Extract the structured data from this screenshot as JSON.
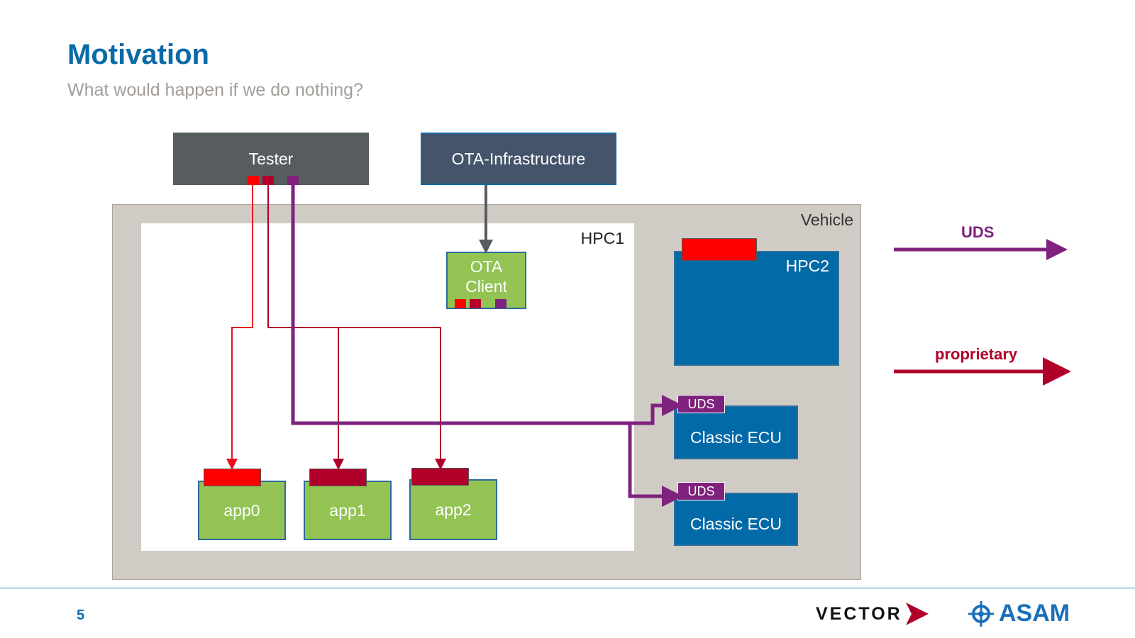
{
  "slide": {
    "title": "Motivation",
    "subtitle": "What would happen if we do nothing?",
    "page_number": "5"
  },
  "diagram": {
    "tester": "Tester",
    "ota_infrastructure": "OTA-Infrastructure",
    "vehicle": "Vehicle",
    "hpc1": "HPC1",
    "hpc2": "HPC2",
    "ota_client": "OTA\nClient",
    "apps": [
      "app0",
      "app1",
      "app2"
    ],
    "ecus": [
      {
        "label": "Classic ECU",
        "tab": "UDS"
      },
      {
        "label": "Classic ECU",
        "tab": "UDS"
      }
    ]
  },
  "legend": {
    "uds": "UDS",
    "proprietary": "proprietary"
  },
  "colors": {
    "uds": "#7f227e",
    "proprietary": "#b0002a",
    "proprietary_bright": "#ff0000",
    "ota": "#575d5f",
    "accent": "#0a6aa8"
  },
  "logos": {
    "vector": "VECTOR",
    "asam": "ASAM"
  }
}
